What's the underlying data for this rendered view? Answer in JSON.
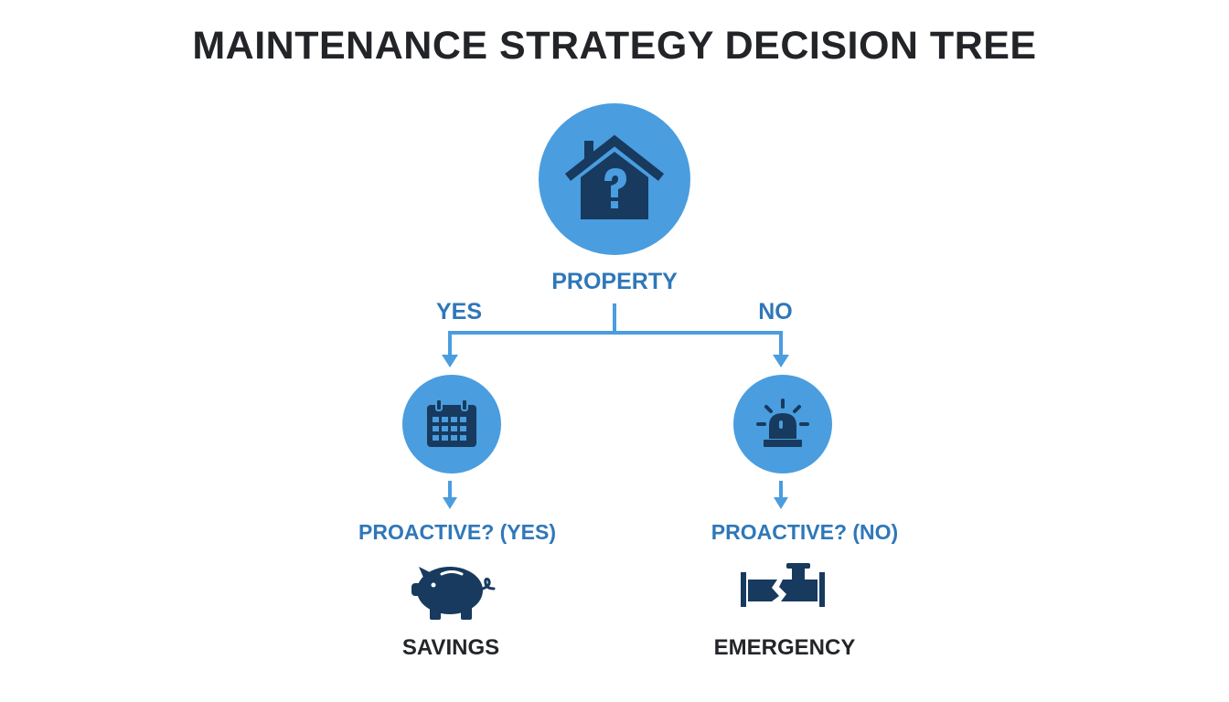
{
  "title": "MAINTENANCE STRATEGY DECISION TREE",
  "root": {
    "label": "PROPERTY",
    "icon": "house-question-icon"
  },
  "branches": {
    "yes": {
      "edge_label": "YES",
      "node_icon": "calendar-icon",
      "question": "PROACTIVE? (YES)",
      "outcome_icon": "piggy-bank-icon",
      "outcome": "SAVINGS"
    },
    "no": {
      "edge_label": "NO",
      "node_icon": "emergency-siren-icon",
      "question": "PROACTIVE? (NO)",
      "outcome_icon": "broken-pipe-icon",
      "outcome": "EMERGENCY"
    }
  },
  "colors": {
    "accent": "#4a9ddf",
    "label_blue": "#2f77b9",
    "icon_dark": "#173a5e",
    "text_dark": "#232629"
  }
}
